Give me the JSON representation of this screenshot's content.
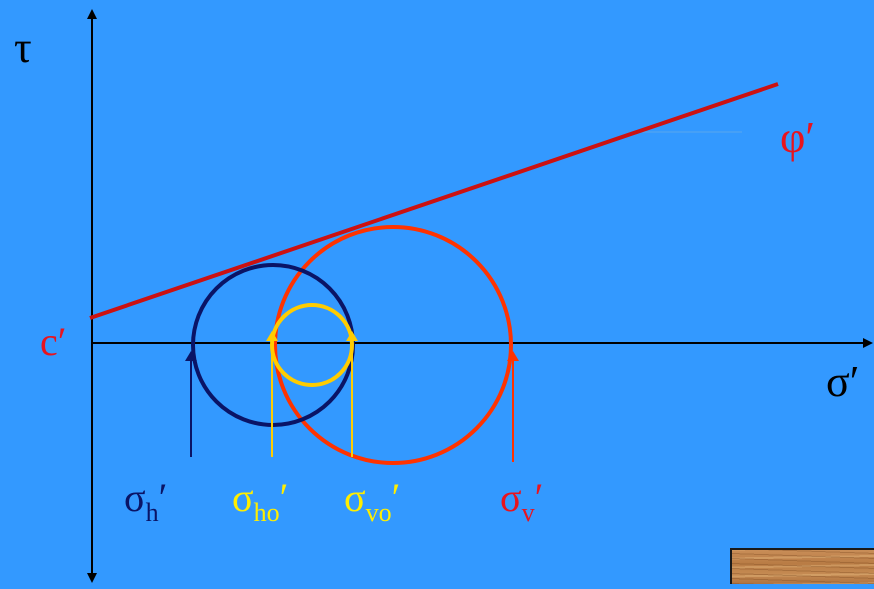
{
  "labels": {
    "tau": "τ",
    "sigma_axis": "σ′",
    "phi": "φ′",
    "c": "c′",
    "sigma_h": {
      "base": "σ",
      "sub": "h",
      "prime": "′"
    },
    "sigma_ho": {
      "base": "σ",
      "sub": "ho",
      "prime": "′"
    },
    "sigma_vo": {
      "base": "σ",
      "sub": "vo",
      "prime": "′"
    },
    "sigma_v": {
      "base": "σ",
      "sub": "v",
      "prime": "′"
    }
  },
  "colors": {
    "background": "#3399ff",
    "axes": "#000000",
    "envelope": "#cc1111",
    "circle_h": "#0a1466",
    "circle_o": "#ffcc00",
    "circle_v": "#ff3300",
    "label_red": "#e8141e",
    "label_yellow": "#ffee00"
  }
}
